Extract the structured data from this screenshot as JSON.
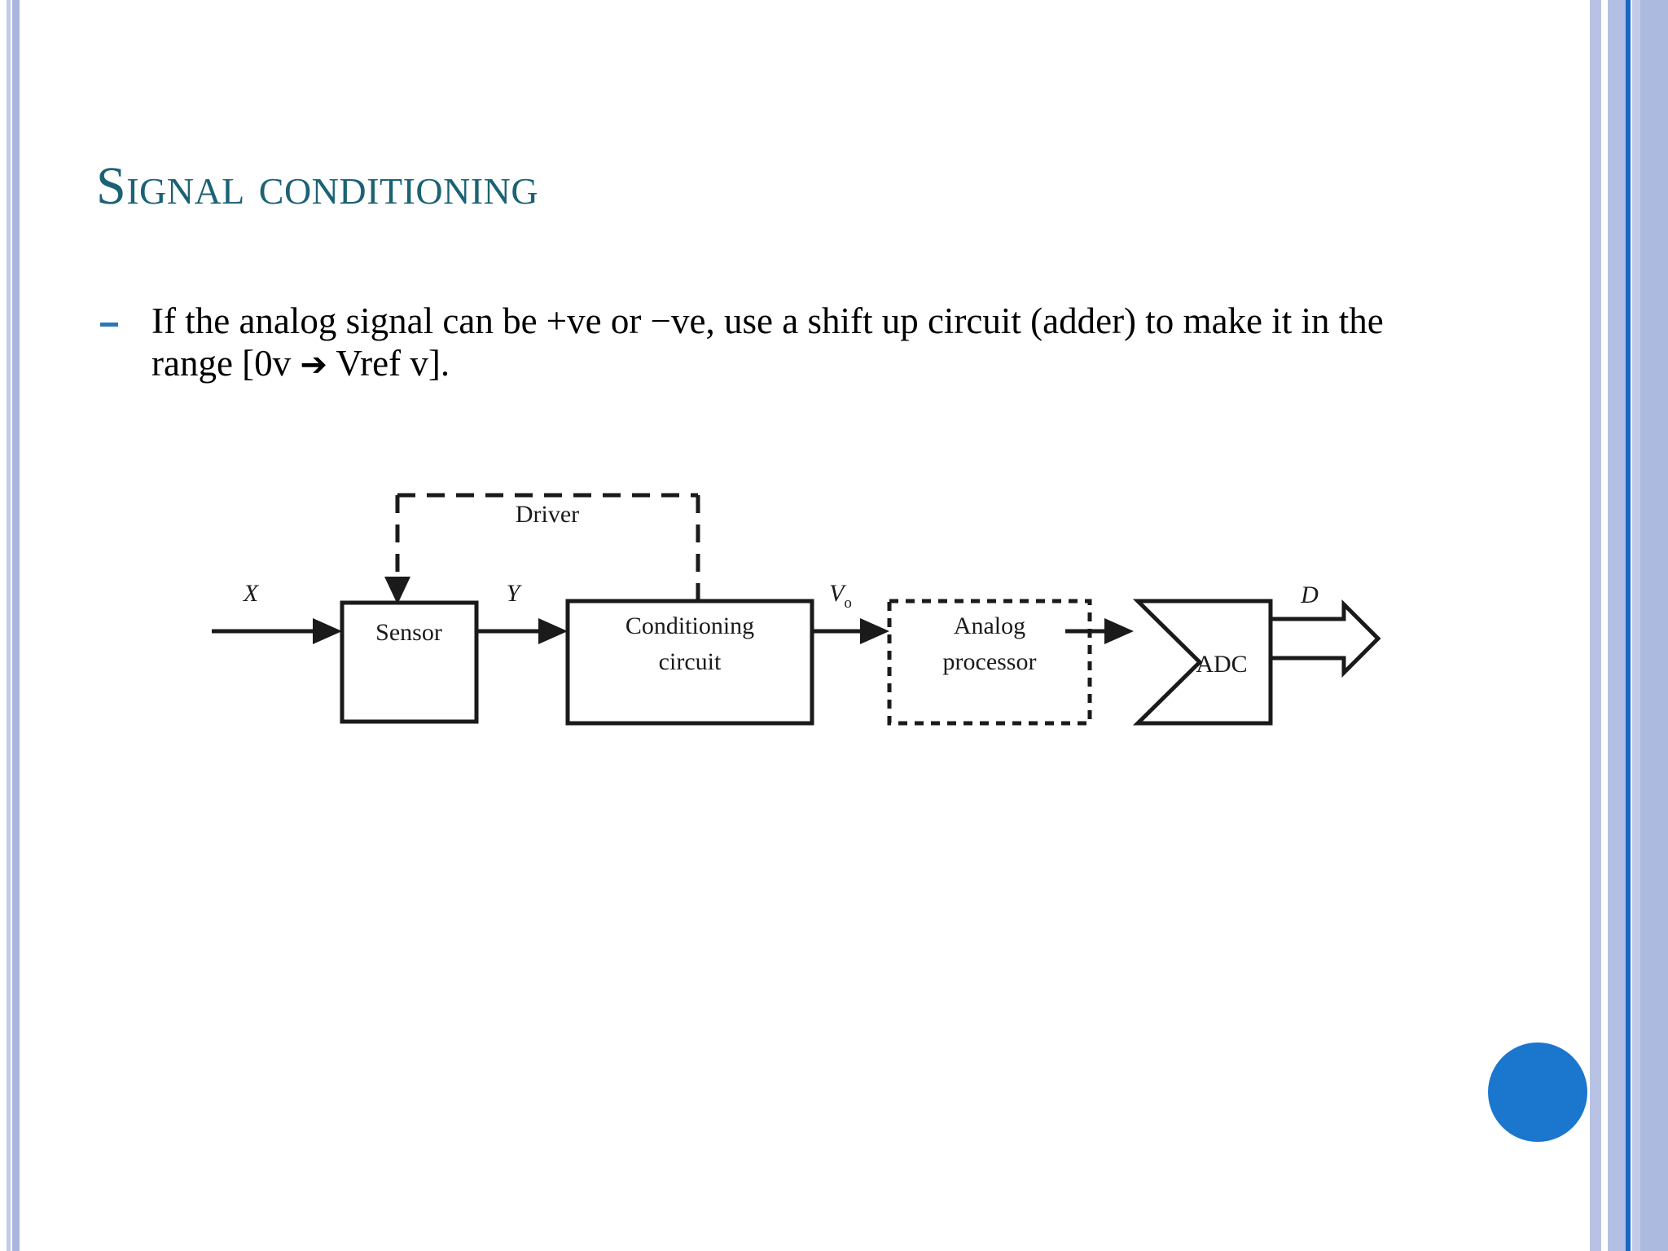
{
  "slide": {
    "title": "Signal conditioning",
    "title_color": "#1b6275",
    "background_color": "#ffffff"
  },
  "bullet": {
    "marker": "-",
    "marker_color": "#2b77b8",
    "line1": "If the analog signal can be +ve or −ve, use a shift up circuit (adder) to",
    "line2_prefix": "make it in the range [0v ",
    "arrow": "➔",
    "line2_suffix": " Vref v]."
  },
  "diagram": {
    "driver_label": "Driver",
    "blocks": [
      {
        "id": "sensor",
        "label_line1": "Sensor",
        "label_line2": "",
        "border": "solid",
        "shape": "rect"
      },
      {
        "id": "conditioning",
        "label_line1": "Conditioning",
        "label_line2": "circuit",
        "border": "solid",
        "shape": "rect"
      },
      {
        "id": "analog-processor",
        "label_line1": "Analog",
        "label_line2": "processor",
        "border": "dashed",
        "shape": "rect"
      },
      {
        "id": "adc",
        "label_line1": "ADC",
        "label_line2": "",
        "border": "solid",
        "shape": "pentagon-left-notch"
      }
    ],
    "signals": [
      {
        "id": "x",
        "label": "X",
        "sub": ""
      },
      {
        "id": "y",
        "label": "Y",
        "sub": ""
      },
      {
        "id": "vo",
        "label": "V",
        "sub": "o"
      },
      {
        "id": "d",
        "label": "D",
        "sub": ""
      }
    ],
    "output_arrow": "hollow-block-arrow"
  },
  "decor": {
    "corner_circle_color": "#1b76ce",
    "edge_bar_colors": [
      "#c3cbe8",
      "#aab6de",
      "#b8c2e4",
      "#b3bfe3",
      "#1c66c4",
      "#adbae0"
    ]
  }
}
